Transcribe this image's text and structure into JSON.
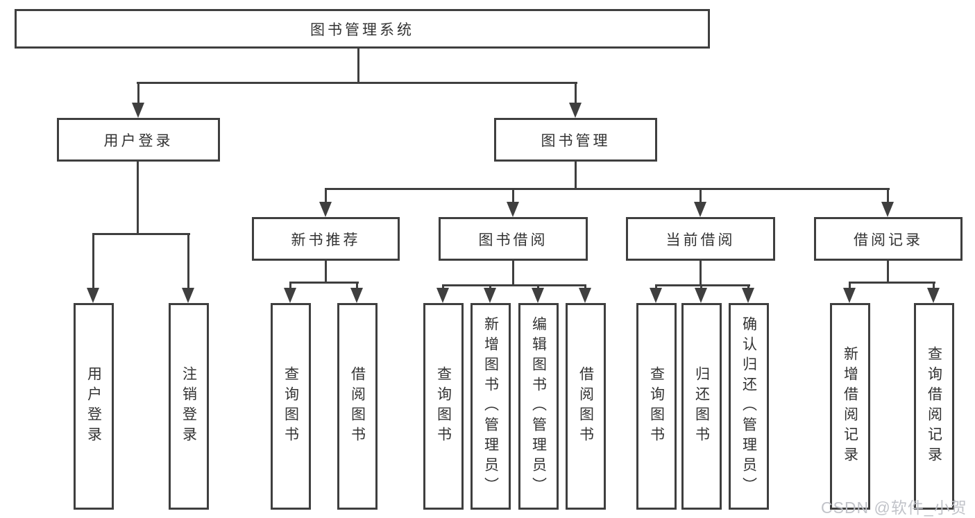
{
  "diagram": {
    "title": "图书管理系统",
    "branches": [
      {
        "label": "用户登录",
        "children": [
          {
            "label": "用户登录"
          },
          {
            "label": "注销登录"
          }
        ]
      },
      {
        "label": "图书管理",
        "children": [
          {
            "label": "新书推荐",
            "children": [
              {
                "label": "查询图书"
              },
              {
                "label": "借阅图书"
              }
            ]
          },
          {
            "label": "图书借阅",
            "children": [
              {
                "label": "查询图书"
              },
              {
                "label": "新增图书（管理员）"
              },
              {
                "label": "编辑图书（管理员）"
              },
              {
                "label": "借阅图书"
              }
            ]
          },
          {
            "label": "当前借阅",
            "children": [
              {
                "label": "查询图书"
              },
              {
                "label": "归还图书"
              },
              {
                "label": "确认归还（管理员）"
              }
            ]
          },
          {
            "label": "借阅记录",
            "children": [
              {
                "label": "新增借阅记录"
              },
              {
                "label": "查询借阅记录"
              }
            ]
          }
        ]
      }
    ]
  },
  "watermark": {
    "text": "CSDN @软件_小贺同学",
    "color": "#c5c7cc"
  },
  "colors": {
    "line": "#3f3f3f",
    "text": "#333333",
    "background": "#ffffff"
  }
}
